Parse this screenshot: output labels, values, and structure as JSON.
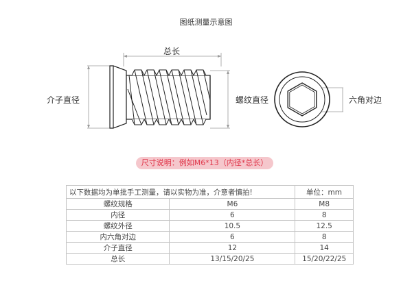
{
  "page_title": "图纸测量示意图",
  "labels": {
    "total_length": "总长",
    "inner_diameter": "介子直径",
    "thread_diameter": "螺纹直径",
    "hex_across": "六角对边"
  },
  "size_note": "尺寸说明：例如M6*13（内径*总长）",
  "table": {
    "note": "以下数据均为单批手工测量，请以实物为准，介意者慎拍!",
    "unit": "单位：mm",
    "rows": [
      {
        "label": "螺纹规格",
        "m6": "M6",
        "m8": "M8"
      },
      {
        "label": "内径",
        "m6": "6",
        "m8": "8"
      },
      {
        "label": "螺纹外径",
        "m6": "10.5",
        "m8": "12.5"
      },
      {
        "label": "内六角对边",
        "m6": "6",
        "m8": "8"
      },
      {
        "label": "介子直径",
        "m6": "12",
        "m8": "14"
      },
      {
        "label": "总长",
        "m6": "13/15/20/25",
        "m8": "15/20/22/25"
      }
    ]
  },
  "colors": {
    "accent_pill_bg": "#f5c7cc",
    "accent_pill_text": "#e0364a"
  }
}
